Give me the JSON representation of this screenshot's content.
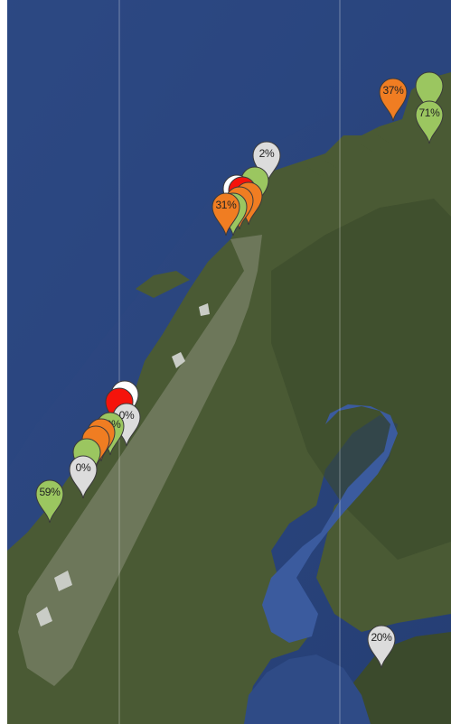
{
  "map": {
    "colors": {
      "ocean": "#2f4b86",
      "ocean_deep": "#253e74",
      "land": "#4a5a34",
      "land_dark": "#3b4a2c",
      "land_light": "#6d7446",
      "mountain": "#8a8f7a",
      "snow": "#c9ccc6",
      "lake": "#3b5b9e"
    },
    "markers": [
      {
        "label": "37%",
        "color": "#f07d22",
        "icon": "map-pin-icon"
      },
      {
        "label": "",
        "color": "#9bc660",
        "icon": "map-pin-icon"
      },
      {
        "label": "71%",
        "color": "#9bc660",
        "icon": "map-pin-icon"
      },
      {
        "label": "2%",
        "color": "#dcdcdc",
        "icon": "map-pin-icon"
      },
      {
        "label": "",
        "color": "#9bc660",
        "icon": "map-pin-icon"
      },
      {
        "label": "",
        "color": "#ffffff",
        "icon": "map-pin-icon"
      },
      {
        "label": "",
        "color": "#f5130b",
        "icon": "map-pin-icon"
      },
      {
        "label": "",
        "color": "#f07d22",
        "icon": "map-pin-icon"
      },
      {
        "label": "",
        "color": "#f07d22",
        "icon": "map-pin-icon"
      },
      {
        "label": "",
        "color": "#9bc660",
        "icon": "map-pin-icon"
      },
      {
        "label": "31%",
        "color": "#f07d22",
        "icon": "map-pin-icon"
      },
      {
        "label": "",
        "color": "#ffffff",
        "icon": "map-pin-icon"
      },
      {
        "label": "",
        "color": "#f5130b",
        "icon": "map-pin-icon"
      },
      {
        "label": "0%",
        "color": "#dcdcdc",
        "icon": "map-pin-icon"
      },
      {
        "label": "70%",
        "color": "#9bc660",
        "icon": "map-pin-icon"
      },
      {
        "label": "",
        "color": "#f07d22",
        "icon": "map-pin-icon"
      },
      {
        "label": "",
        "color": "#f07d22",
        "icon": "map-pin-icon"
      },
      {
        "label": "",
        "color": "#9bc660",
        "icon": "map-pin-icon"
      },
      {
        "label": "0%",
        "color": "#dcdcdc",
        "icon": "map-pin-icon"
      },
      {
        "label": "59%",
        "color": "#9bc660",
        "icon": "map-pin-icon"
      },
      {
        "label": "20%",
        "color": "#dcdcdc",
        "icon": "map-pin-icon"
      }
    ]
  }
}
